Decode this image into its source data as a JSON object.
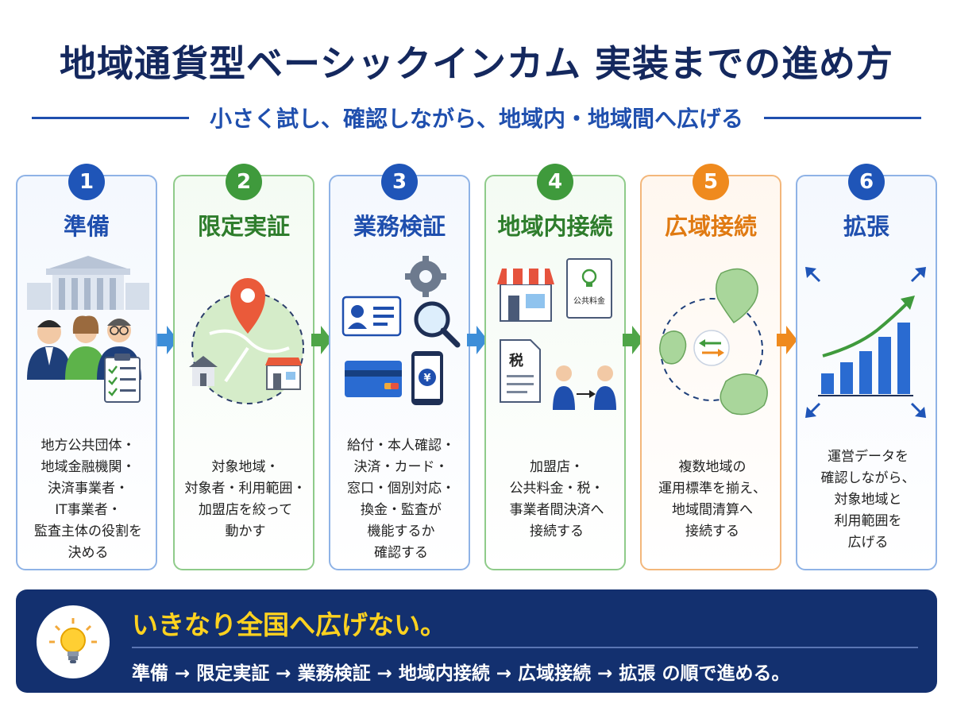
{
  "header": {
    "title": "地域通貨型ベーシックインカム 実装までの進め方",
    "subtitle": "小さく試し、確認しながら、地域内・地域間へ広げる"
  },
  "steps": [
    {
      "number": "1",
      "title": "準備",
      "desc": [
        "地方公共団体・",
        "地域金融機関・",
        "決済事業者・",
        "IT事業者・",
        "監査主体の役割を",
        "決める"
      ],
      "color": "#1f55b8"
    },
    {
      "number": "2",
      "title": "限定実証",
      "desc": [
        "対象地域・",
        "対象者・利用範囲・",
        "加盟店を絞って",
        "動かす"
      ],
      "color": "#3f9a3c"
    },
    {
      "number": "3",
      "title": "業務検証",
      "desc": [
        "給付・本人確認・",
        "決済・カード・",
        "窓口・個別対応・",
        "換金・監査が",
        "機能するか",
        "確認する"
      ],
      "color": "#1f55b8"
    },
    {
      "number": "4",
      "title": "地域内接続",
      "desc": [
        "加盟店・",
        "公共料金・税・",
        "事業者間決済へ",
        "接続する"
      ],
      "color": "#3f9a3c",
      "icon_labels": {
        "utility": "公共料金",
        "tax": "税"
      }
    },
    {
      "number": "5",
      "title": "広域接続",
      "desc": [
        "複数地域の",
        "運用標準を揃え、",
        "地域間清算へ",
        "接続する"
      ],
      "color": "#ef8a1e"
    },
    {
      "number": "6",
      "title": "拡張",
      "desc": [
        "運営データを",
        "確認しながら、",
        "対象地域と",
        "利用範囲を",
        "広げる"
      ],
      "color": "#1f55b8"
    }
  ],
  "summary": {
    "headline": "いきなり全国へ広げない。",
    "flow": "準備 → 限定実証 → 業務検証 → 地域内接続 → 広域接続 → 拡張 の順で進める。"
  },
  "colors": {
    "navy": "#13306f",
    "blue": "#1f55b8",
    "green": "#3f9a3c",
    "orange": "#ef8a1e",
    "yellow": "#ffd21f"
  }
}
